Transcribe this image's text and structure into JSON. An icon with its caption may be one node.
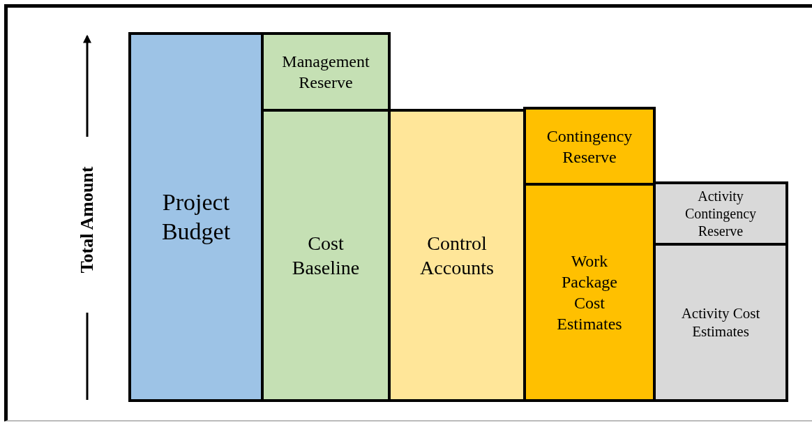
{
  "diagram": {
    "nodes": [
      {
        "text": [
          "Project Budget"
        ]
      },
      {
        "text": [
          "Management Reserve"
        ]
      },
      {
        "text": [
          "Cost Baseline"
        ]
      },
      {
        "text": [
          "Control Accounts"
        ]
      },
      {
        "text": [
          "Contingency Reserve"
        ]
      },
      {
        "text": [
          "Work Package Cost Estimates"
        ]
      },
      {
        "text": [
          "Activity Contingency Reserve"
        ]
      },
      {
        "text": [
          "Activity Cost Estimates"
        ]
      }
    ],
    "labels": [
      "Total Amount"
    ]
  }
}
